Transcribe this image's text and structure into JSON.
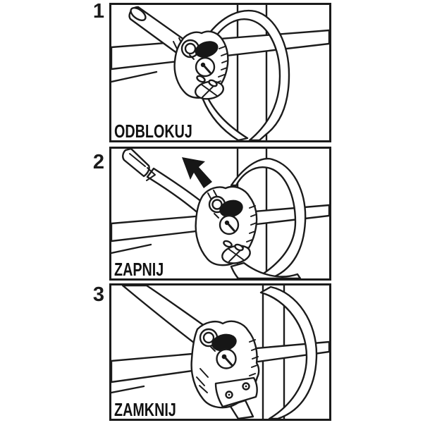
{
  "figure": {
    "type": "mounting-instruction-diagram",
    "background": "#ffffff",
    "ink_color": "#1b1b1b"
  },
  "steps": [
    {
      "number": "1",
      "label": "ODBLOKUJ"
    },
    {
      "number": "2",
      "label": "ZAPNIJ"
    },
    {
      "number": "3",
      "label": "ZAMKNIJ"
    }
  ]
}
